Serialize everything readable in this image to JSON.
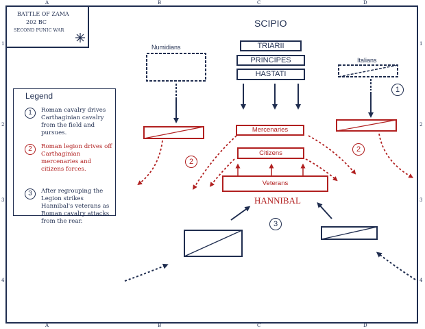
{
  "title_box": {
    "battle": "BATTLE OF ZAMA",
    "year": "202 BC",
    "war": "SECOND PUNIC WAR"
  },
  "grid": {
    "columns": [
      "A",
      "B",
      "C",
      "D"
    ],
    "rows": [
      "1",
      "2",
      "3",
      "4"
    ]
  },
  "roman": {
    "commander": "SCIPIO",
    "triarii": "TRIARII",
    "principes": "PRINCIPES",
    "hastati": "HASTATI",
    "numidians": "Numidians",
    "italians": "Italians"
  },
  "carthage": {
    "commander": "HANNIBAL",
    "mercenaries": "Mercenaries",
    "citizens": "Citizens",
    "veterans": "Veterans"
  },
  "legend": {
    "title": "Legend",
    "items": [
      {
        "num": "1",
        "text": "Roman cavalry drives Carthaginian cavalry from the field and pursues.",
        "color": "#1f2d4f"
      },
      {
        "num": "2",
        "text": "Roman legion drives off Carthaginian mercenaries and citizens forces.",
        "color": "#b11f1f"
      },
      {
        "num": "3",
        "text": "After regrouping the Legion strikes Hannibal's veterans as Roman cavalry attacks from the rear.",
        "color": "#1f2d4f"
      }
    ]
  },
  "phase_markers": {
    "one": "1",
    "two": "2",
    "three": "3"
  },
  "colors": {
    "roman": "#1f2d4f",
    "carthage": "#b11f1f"
  }
}
